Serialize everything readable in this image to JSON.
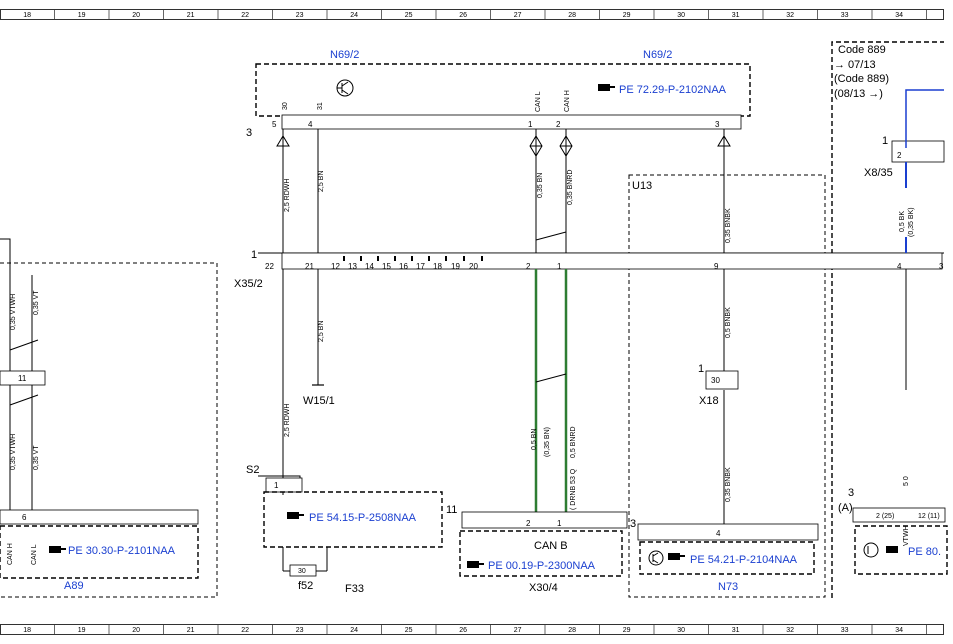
{
  "grid_numbers": [
    "18",
    "19",
    "20",
    "21",
    "22",
    "23",
    "24",
    "25",
    "26",
    "27",
    "28",
    "29",
    "30",
    "31",
    "32",
    "33",
    "34"
  ],
  "components": {
    "n69_2_left": "N69/2",
    "n69_2_right": "N69/2",
    "u13": "U13",
    "x35_2": "X35/2",
    "w15_1": "W15/1",
    "x18": "X18",
    "s2": "S2",
    "f52": "f52",
    "f33": "F33",
    "x30_4": "X30/4",
    "n73": "N73",
    "a89": "A89",
    "x8_35": "X8/35"
  },
  "code_note": [
    "Code 889",
    "→ 07/13",
    "(Code 889)",
    "(08/13 →)"
  ],
  "references": {
    "n69": "PE 72.29-P-2102NAA",
    "s2": "PE 54.15-P-2508NAA",
    "a89": "PE 30.30-P-2101NAA",
    "x30": "PE 00.19-P-2300NAA",
    "n73": "PE 54.21-P-2104NAA",
    "right": "PE 80."
  },
  "x30_title": "CAN B",
  "fuse_value": "30",
  "wire_labels": {
    "rdwh_25_top": "2,5 RDWH",
    "bn_25_top": "2,5 BN",
    "bn_035": "0,35 BN",
    "bnrd_035": "0,35 BNRD",
    "bnbk_035_top": "0,35 BNBK",
    "bk_05": "0,5 BK",
    "bk_035_paren": "(0,35 BK)",
    "bn_25_lower": "2,5 BN",
    "rdwh_25_lower": "2,5 RDWH",
    "bn_05": "0,5 BN",
    "bn_035_paren": "(0,35 BN)",
    "bnrd_05": "0,5 BNRD",
    "drnb": "( DRNB 53 Q",
    "bnbk_05": "0,5 BNBK",
    "bnbk_035_bottom": "0,35 BNBK",
    "vtwh_035_a": "0,35 VTWH",
    "vt_035_a": "0,35 VT",
    "vtwh_035_b": "0,35 VTWH",
    "vt_035_b": "0,35 VT"
  },
  "pin_labels": {
    "n69_30": "30",
    "n69_31": "31",
    "n69_canl": "CAN L",
    "n69_canh": "CAN H",
    "a89_canh": "CAN H",
    "a89_canl": "CAN L",
    "right_vtwh": "VTWH",
    "right_50": "5 0"
  },
  "pin_numbers": {
    "n69_row": [
      "5",
      "4",
      "1",
      "2",
      "3"
    ],
    "x35_row": [
      "22",
      "21",
      "12",
      "13",
      "14",
      "15",
      "16",
      "17",
      "18",
      "19",
      "20",
      "2",
      "1",
      "9",
      "4",
      "3"
    ],
    "n69_side": "3",
    "x35_side": "1",
    "x8_pin": "2",
    "x8_side": "1",
    "x18_pin": "30",
    "x18_side": "1",
    "a89_pin11": "11",
    "a89_pin6": "6",
    "s2_pin1": "1",
    "s2_side": "11",
    "x30_pin2": "2",
    "x30_pin1": "1",
    "x30_side": "3",
    "n73_pin4": "4",
    "right_side": "3",
    "right_a": "(A)",
    "right_pin2": "2 (25)",
    "right_pin12": "12 (11)"
  }
}
